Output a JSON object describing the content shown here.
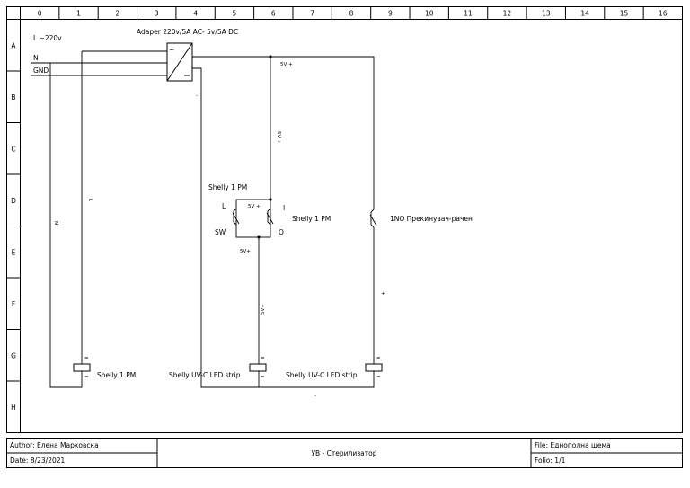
{
  "grid": {
    "columns": [
      "0",
      "1",
      "2",
      "3",
      "4",
      "5",
      "6",
      "7",
      "8",
      "9",
      "10",
      "11",
      "12",
      "13",
      "14",
      "15",
      "16"
    ],
    "rows": [
      "A",
      "B",
      "C",
      "D",
      "E",
      "F",
      "G",
      "H"
    ]
  },
  "labels": {
    "supply": "L ~220v",
    "n": "N",
    "gnd": "GND",
    "adapter": "Adaper 220v/5A AC- 5v/5A DC",
    "ac_symbol": "~",
    "v5_top": "5V +",
    "v5_vert": "5V +",
    "minus_small": "-",
    "shelly_pm_title": "Shelly 1 PM",
    "pin_l": "L",
    "pin_5v": "5V +",
    "pin_i": "I",
    "pin_sw": "SW",
    "pin_o": "O",
    "shelly_pm_side": "Shelly 1 PM",
    "sw_5v": "5V+",
    "v5_lower": "5V+",
    "switch_label": "1NO Прекинувач-рачен",
    "plus_mark": "+",
    "wire_l": "L",
    "wire_n": "N",
    "load_shelly": "Shelly 1 PM",
    "load_uv1": "Shelly UV-C LED strip",
    "load_uv2": "Shelly UV-C LED strip",
    "term_mark": "=",
    "bottom_minus": "-"
  },
  "titleblock": {
    "author": "Author: Елена Марковска",
    "date": "Date: 8/23/2021",
    "title": "УВ - Стерилизатор",
    "file": "File: Еднополна шема",
    "folio": "Folio: 1/1"
  }
}
